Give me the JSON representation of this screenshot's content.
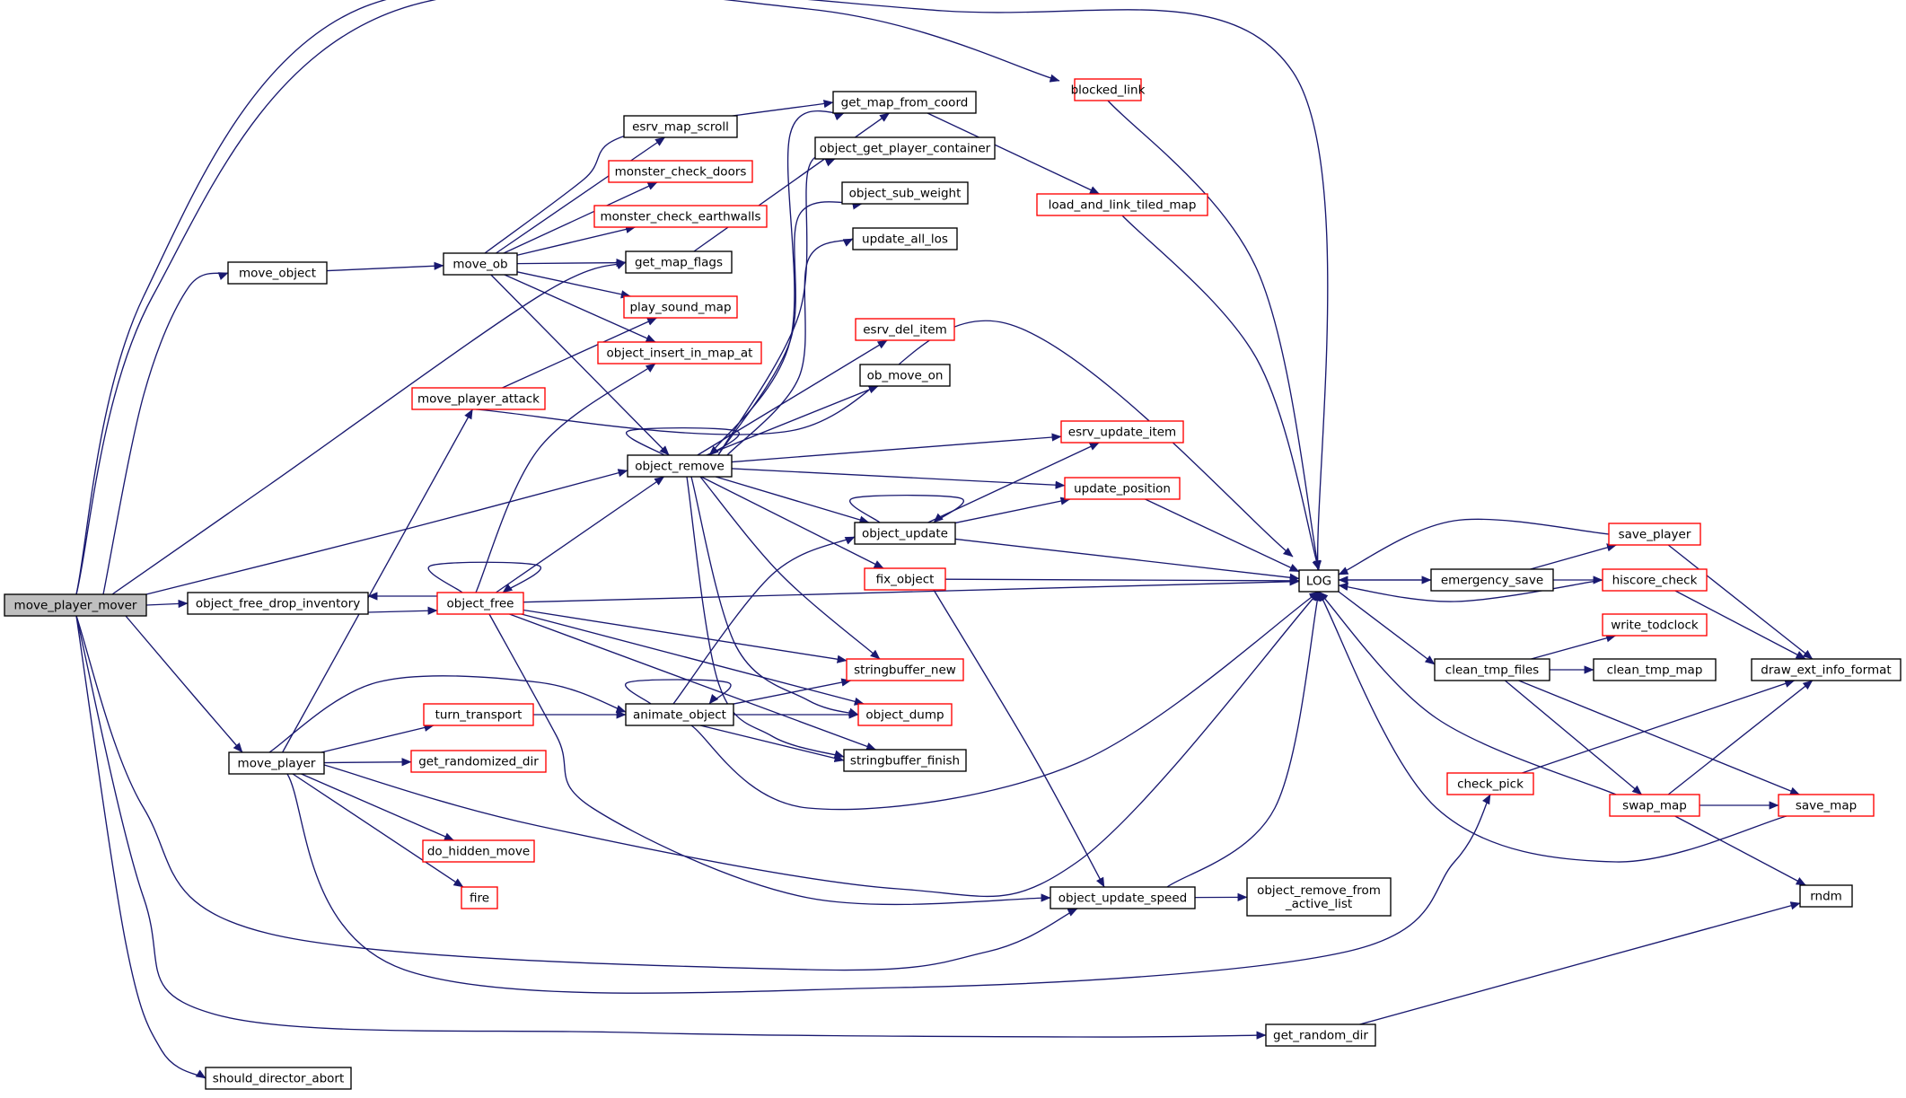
{
  "graph": {
    "colors": {
      "edge": "#191970",
      "border_black": "#000000",
      "border_red": "#ff0000",
      "fill_white": "#ffffff",
      "fill_root": "#bfbfbf"
    },
    "nodes": [
      {
        "id": "move_player_mover",
        "label": "move_player_mover",
        "style": "root"
      },
      {
        "id": "blocked_link",
        "label": "blocked_link",
        "style": "red"
      },
      {
        "id": "LOG",
        "label": "LOG",
        "style": "black"
      },
      {
        "id": "move_object",
        "label": "move_object",
        "style": "black"
      },
      {
        "id": "move_ob",
        "label": "move_ob",
        "style": "black"
      },
      {
        "id": "get_map_flags",
        "label": "get_map_flags",
        "style": "black"
      },
      {
        "id": "object_remove",
        "label": "object_remove",
        "style": "black"
      },
      {
        "id": "object_free_drop_inventory",
        "label": "object_free_drop_inventory",
        "style": "black"
      },
      {
        "id": "object_free",
        "label": "object_free",
        "style": "red"
      },
      {
        "id": "move_player",
        "label": "move_player",
        "style": "black"
      },
      {
        "id": "object_update_speed",
        "label": "object_update_speed",
        "style": "black"
      },
      {
        "id": "get_random_dir",
        "label": "get_random_dir",
        "style": "black"
      },
      {
        "id": "should_director_abort",
        "label": "should_director_abort",
        "style": "black"
      },
      {
        "id": "esrv_map_scroll",
        "label": "esrv_map_scroll",
        "style": "black"
      },
      {
        "id": "monster_check_doors",
        "label": "monster_check_doors",
        "style": "red"
      },
      {
        "id": "monster_check_earthwalls",
        "label": "monster_check_earthwalls",
        "style": "red"
      },
      {
        "id": "play_sound_map",
        "label": "play_sound_map",
        "style": "red"
      },
      {
        "id": "object_insert_in_map_at",
        "label": "object_insert_in_map_at",
        "style": "red"
      },
      {
        "id": "get_map_from_coord",
        "label": "get_map_from_coord",
        "style": "black"
      },
      {
        "id": "object_get_player_container",
        "label": "object_get_player_container",
        "style": "black"
      },
      {
        "id": "object_sub_weight",
        "label": "object_sub_weight",
        "style": "black"
      },
      {
        "id": "update_all_los",
        "label": "update_all_los",
        "style": "black"
      },
      {
        "id": "esrv_del_item",
        "label": "esrv_del_item",
        "style": "red"
      },
      {
        "id": "ob_move_on",
        "label": "ob_move_on",
        "style": "black"
      },
      {
        "id": "esrv_update_item",
        "label": "esrv_update_item",
        "style": "red"
      },
      {
        "id": "update_position",
        "label": "update_position",
        "style": "red"
      },
      {
        "id": "object_update",
        "label": "object_update",
        "style": "black"
      },
      {
        "id": "fix_object",
        "label": "fix_object",
        "style": "red"
      },
      {
        "id": "stringbuffer_new",
        "label": "stringbuffer_new",
        "style": "red"
      },
      {
        "id": "object_dump",
        "label": "object_dump",
        "style": "red"
      },
      {
        "id": "stringbuffer_finish",
        "label": "stringbuffer_finish",
        "style": "black"
      },
      {
        "id": "load_and_link_tiled_map",
        "label": "load_and_link_tiled_map",
        "style": "red"
      },
      {
        "id": "move_player_attack",
        "label": "move_player_attack",
        "style": "red"
      },
      {
        "id": "animate_object",
        "label": "animate_object",
        "style": "black"
      },
      {
        "id": "turn_transport",
        "label": "turn_transport",
        "style": "red"
      },
      {
        "id": "get_randomized_dir",
        "label": "get_randomized_dir",
        "style": "red"
      },
      {
        "id": "do_hidden_move",
        "label": "do_hidden_move",
        "style": "red"
      },
      {
        "id": "fire",
        "label": "fire",
        "style": "red"
      },
      {
        "id": "check_pick",
        "label": "check_pick",
        "style": "red"
      },
      {
        "id": "object_remove_from_active_list",
        "label_lines": [
          "object_remove_from",
          "_active_list"
        ],
        "style": "black"
      },
      {
        "id": "emergency_save",
        "label": "emergency_save",
        "style": "black"
      },
      {
        "id": "clean_tmp_files",
        "label": "clean_tmp_files",
        "style": "black"
      },
      {
        "id": "save_player",
        "label": "save_player",
        "style": "red"
      },
      {
        "id": "hiscore_check",
        "label": "hiscore_check",
        "style": "red"
      },
      {
        "id": "draw_ext_info_format",
        "label": "draw_ext_info_format",
        "style": "black"
      },
      {
        "id": "write_todclock",
        "label": "write_todclock",
        "style": "red"
      },
      {
        "id": "clean_tmp_map",
        "label": "clean_tmp_map",
        "style": "black"
      },
      {
        "id": "swap_map",
        "label": "swap_map",
        "style": "red"
      },
      {
        "id": "save_map",
        "label": "save_map",
        "style": "red"
      },
      {
        "id": "rndm",
        "label": "rndm",
        "style": "black"
      }
    ],
    "edges": [
      [
        "move_player_mover",
        "blocked_link"
      ],
      [
        "move_player_mover",
        "LOG"
      ],
      [
        "move_player_mover",
        "move_object"
      ],
      [
        "move_player_mover",
        "get_map_flags"
      ],
      [
        "move_player_mover",
        "object_remove"
      ],
      [
        "move_player_mover",
        "object_free_drop_inventory"
      ],
      [
        "move_player_mover",
        "move_player"
      ],
      [
        "move_player_mover",
        "object_update_speed"
      ],
      [
        "move_player_mover",
        "get_random_dir"
      ],
      [
        "move_player_mover",
        "should_director_abort"
      ],
      [
        "move_object",
        "move_ob"
      ],
      [
        "move_ob",
        "get_map_from_coord"
      ],
      [
        "move_ob",
        "esrv_map_scroll"
      ],
      [
        "move_ob",
        "monster_check_doors"
      ],
      [
        "move_ob",
        "monster_check_earthwalls"
      ],
      [
        "move_ob",
        "get_map_flags"
      ],
      [
        "move_ob",
        "play_sound_map"
      ],
      [
        "move_ob",
        "object_insert_in_map_at"
      ],
      [
        "move_ob",
        "object_remove"
      ],
      [
        "get_map_flags",
        "get_map_from_coord"
      ],
      [
        "get_map_from_coord",
        "load_and_link_tiled_map"
      ],
      [
        "blocked_link",
        "LOG"
      ],
      [
        "load_and_link_tiled_map",
        "LOG"
      ],
      [
        "move_player_attack",
        "play_sound_map"
      ],
      [
        "move_player_attack",
        "LOG"
      ],
      [
        "object_remove",
        "object_remove"
      ],
      [
        "object_remove",
        "get_map_from_coord"
      ],
      [
        "object_remove",
        "object_get_player_container"
      ],
      [
        "object_remove",
        "object_sub_weight"
      ],
      [
        "object_remove",
        "update_all_los"
      ],
      [
        "object_remove",
        "esrv_del_item"
      ],
      [
        "object_remove",
        "ob_move_on"
      ],
      [
        "object_remove",
        "esrv_update_item"
      ],
      [
        "object_remove",
        "update_position"
      ],
      [
        "object_remove",
        "object_update"
      ],
      [
        "object_remove",
        "fix_object"
      ],
      [
        "object_remove",
        "stringbuffer_new"
      ],
      [
        "object_remove",
        "object_dump"
      ],
      [
        "object_remove",
        "stringbuffer_finish"
      ],
      [
        "object_free_drop_inventory",
        "object_free"
      ],
      [
        "object_free",
        "object_free_drop_inventory"
      ],
      [
        "object_free",
        "object_free"
      ],
      [
        "object_free",
        "object_remove"
      ],
      [
        "object_free",
        "object_insert_in_map_at"
      ],
      [
        "object_free",
        "LOG"
      ],
      [
        "object_free",
        "stringbuffer_new"
      ],
      [
        "object_free",
        "object_dump"
      ],
      [
        "object_free",
        "stringbuffer_finish"
      ],
      [
        "object_free",
        "object_update_speed"
      ],
      [
        "object_update",
        "object_update"
      ],
      [
        "object_update",
        "esrv_update_item"
      ],
      [
        "object_update",
        "update_position"
      ],
      [
        "object_update",
        "LOG"
      ],
      [
        "update_position",
        "LOG"
      ],
      [
        "fix_object",
        "LOG"
      ],
      [
        "fix_object",
        "object_update_speed"
      ],
      [
        "move_player",
        "move_player_attack"
      ],
      [
        "move_player",
        "animate_object"
      ],
      [
        "move_player",
        "turn_transport"
      ],
      [
        "move_player",
        "get_randomized_dir"
      ],
      [
        "move_player",
        "do_hidden_move"
      ],
      [
        "move_player",
        "fire"
      ],
      [
        "move_player",
        "LOG"
      ],
      [
        "move_player",
        "check_pick"
      ],
      [
        "turn_transport",
        "animate_object"
      ],
      [
        "animate_object",
        "animate_object"
      ],
      [
        "animate_object",
        "object_update"
      ],
      [
        "animate_object",
        "stringbuffer_new"
      ],
      [
        "animate_object",
        "object_dump"
      ],
      [
        "animate_object",
        "stringbuffer_finish"
      ],
      [
        "animate_object",
        "LOG"
      ],
      [
        "object_update_speed",
        "LOG"
      ],
      [
        "object_update_speed",
        "object_remove_from_active_list"
      ],
      [
        "LOG",
        "emergency_save"
      ],
      [
        "LOG",
        "clean_tmp_files"
      ],
      [
        "emergency_save",
        "LOG"
      ],
      [
        "emergency_save",
        "save_player"
      ],
      [
        "emergency_save",
        "hiscore_check"
      ],
      [
        "save_player",
        "LOG"
      ],
      [
        "save_player",
        "draw_ext_info_format"
      ],
      [
        "hiscore_check",
        "LOG"
      ],
      [
        "hiscore_check",
        "draw_ext_info_format"
      ],
      [
        "clean_tmp_files",
        "write_todclock"
      ],
      [
        "clean_tmp_files",
        "clean_tmp_map"
      ],
      [
        "clean_tmp_files",
        "swap_map"
      ],
      [
        "clean_tmp_files",
        "save_map"
      ],
      [
        "check_pick",
        "draw_ext_info_format"
      ],
      [
        "swap_map",
        "LOG"
      ],
      [
        "swap_map",
        "draw_ext_info_format"
      ],
      [
        "swap_map",
        "save_map"
      ],
      [
        "swap_map",
        "rndm"
      ],
      [
        "save_map",
        "LOG"
      ],
      [
        "get_random_dir",
        "rndm"
      ]
    ]
  }
}
